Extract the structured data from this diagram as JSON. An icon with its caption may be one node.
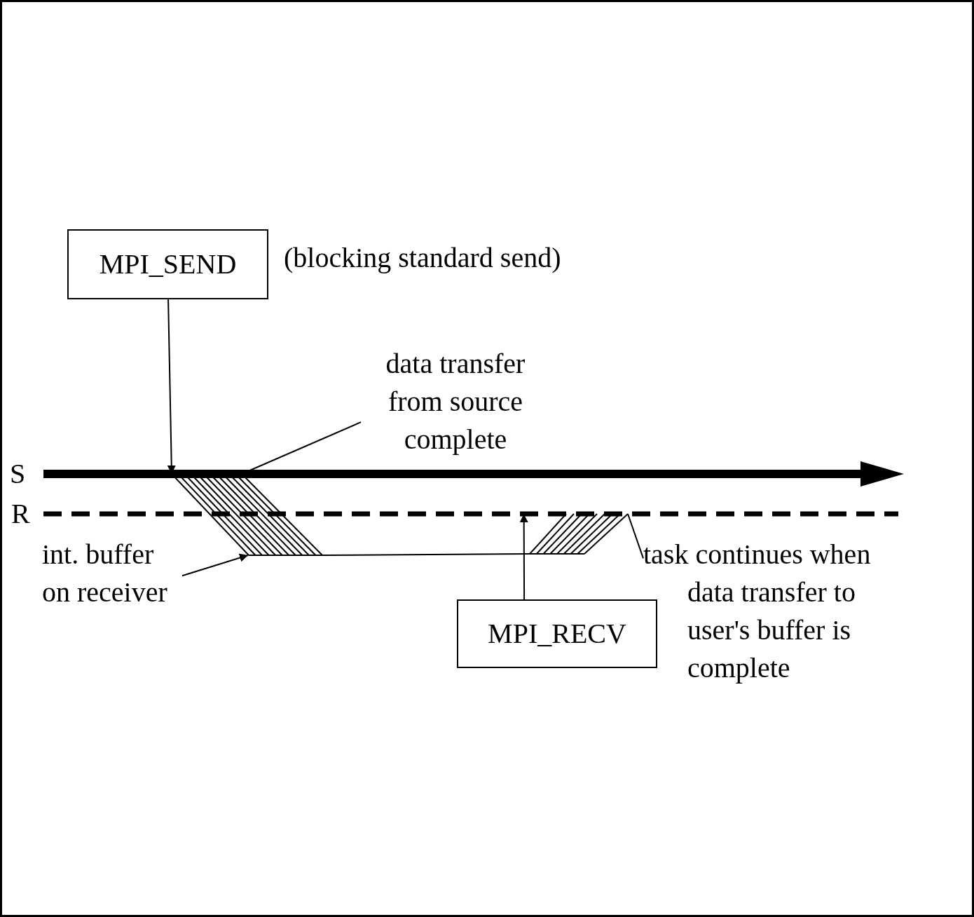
{
  "diagram": {
    "nodes": [
      {
        "text": [
          "MPI_SEND"
        ],
        "beside": [
          "(blocking standard send)"
        ]
      },
      {
        "text": [
          "MPI_RECV"
        ]
      },
      {
        "text": [
          "data transfer from source complete"
        ]
      },
      {
        "text": [
          "int. buffer on receiver"
        ]
      },
      {
        "text": [
          "task continues when data transfer to user's buffer is complete"
        ]
      },
      {
        "text": [],
        "shape": "bar"
      },
      {
        "text": [],
        "shape": "parallelogram"
      },
      {
        "text": [],
        "shape": "parallelogram"
      }
    ],
    "edges": [
      {
        "from": 0,
        "to": 6,
        "arrow": "to"
      },
      {
        "from": 1,
        "to": 5,
        "arrow": "to"
      },
      {
        "from": 2,
        "to": 6,
        "arrow": "none"
      },
      {
        "from": 3,
        "to": 6,
        "arrow": "to"
      },
      {
        "from": 4,
        "to": 7,
        "arrow": "none"
      },
      {
        "from": 6,
        "to": 7,
        "arrow": "none"
      }
    ],
    "labels": [
      "S",
      "R"
    ]
  }
}
